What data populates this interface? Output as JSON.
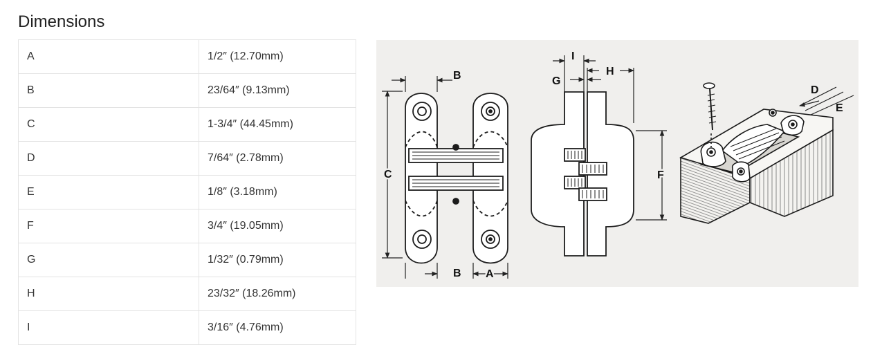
{
  "section": {
    "title": "Dimensions"
  },
  "dimensions": [
    {
      "label": "A",
      "value": "1/2″ (12.70mm)"
    },
    {
      "label": "B",
      "value": "23/64″ (9.13mm)"
    },
    {
      "label": "C",
      "value": "1-3/4″ (44.45mm)"
    },
    {
      "label": "D",
      "value": "7/64″ (2.78mm)"
    },
    {
      "label": "E",
      "value": "1/8″ (3.18mm)"
    },
    {
      "label": "F",
      "value": "3/4″ (19.05mm)"
    },
    {
      "label": "G",
      "value": "1/32″ (0.79mm)"
    },
    {
      "label": "H",
      "value": "23/32″ (18.26mm)"
    },
    {
      "label": "I",
      "value": "3/16″ (4.76mm)"
    }
  ],
  "diagram": {
    "labels": {
      "front_b_top": "B",
      "front_b_bottom": "B",
      "front_a": "A",
      "front_c": "C",
      "side_i": "I",
      "side_g": "G",
      "side_h": "H",
      "side_f": "F",
      "iso_d": "D",
      "iso_e": "E"
    }
  }
}
